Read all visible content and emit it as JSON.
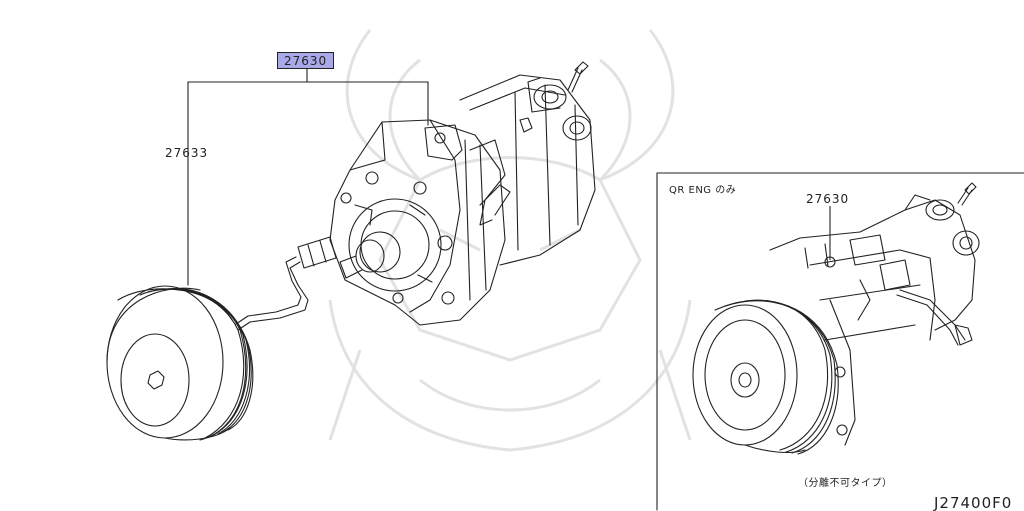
{
  "callouts": {
    "main_part": "27630",
    "pulley_part": "27633",
    "inset_part": "27630"
  },
  "inset": {
    "heading": "QR ENG のみ",
    "note": "（分離不可タイプ）"
  },
  "drawing_code": "J27400F0",
  "colors": {
    "callout_fill": "#a9a9e8",
    "line": "#222222",
    "watermark": "#dddddd"
  }
}
